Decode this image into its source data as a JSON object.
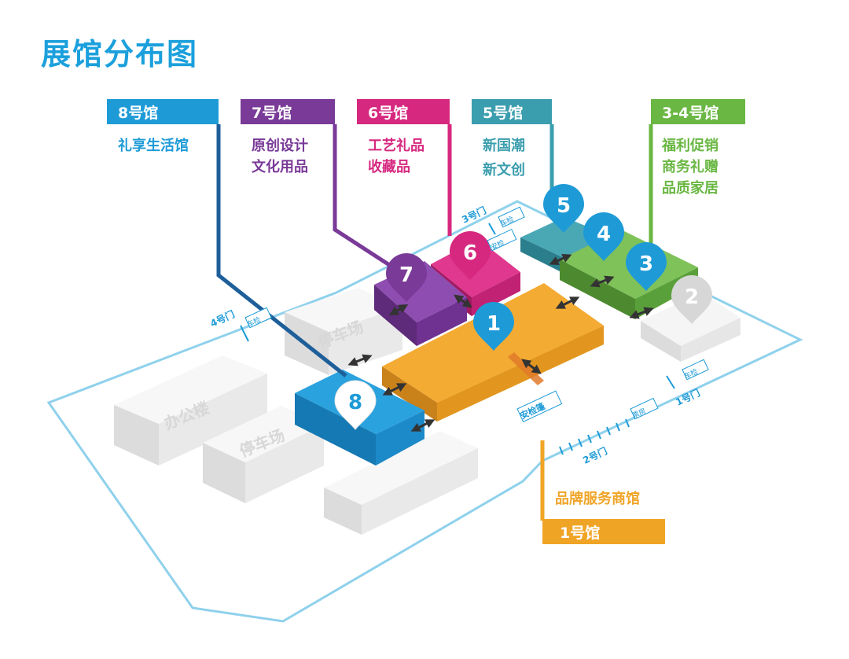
{
  "title": "展馆分布图",
  "colors": {
    "title": "#1ba0dc",
    "hall8": "#1e9bd7",
    "hall7": "#7a3a98",
    "hall6": "#d6287f",
    "hall5": "#3b9eae",
    "hall34": "#6ab743",
    "hall1": "#f0a426",
    "boundary": "#8fd1ec",
    "building": "#eeeeee"
  },
  "callouts": [
    {
      "id": "hall8",
      "title": "8号馆",
      "lines": [
        "礼享生活馆"
      ]
    },
    {
      "id": "hall7",
      "title": "7号馆",
      "lines": [
        "原创设计",
        "文化用品"
      ]
    },
    {
      "id": "hall6",
      "title": "6号馆",
      "lines": [
        "工艺礼品",
        "收藏品"
      ]
    },
    {
      "id": "hall5",
      "title": "5号馆",
      "lines": [
        "新国潮",
        "新文创"
      ]
    },
    {
      "id": "hall34",
      "title": "3-4号馆",
      "lines": [
        "福利促销",
        "商务礼赠",
        "品质家居"
      ]
    },
    {
      "id": "hall1",
      "title": "1号馆",
      "lines": [
        "品牌服务商馆"
      ]
    }
  ],
  "pins": [
    "8",
    "7",
    "6",
    "5",
    "4",
    "3",
    "2",
    "1"
  ],
  "buildings": {
    "office": "办公楼",
    "parking1": "停车场",
    "parking2": "停车场"
  },
  "gates": {
    "gate1": "1号门",
    "gate2": "2号门",
    "gate3": "3号门",
    "gate4": "4号门",
    "car_check": "车检",
    "security": "安检",
    "security_tent": "安检篷",
    "ticket": "票房"
  }
}
